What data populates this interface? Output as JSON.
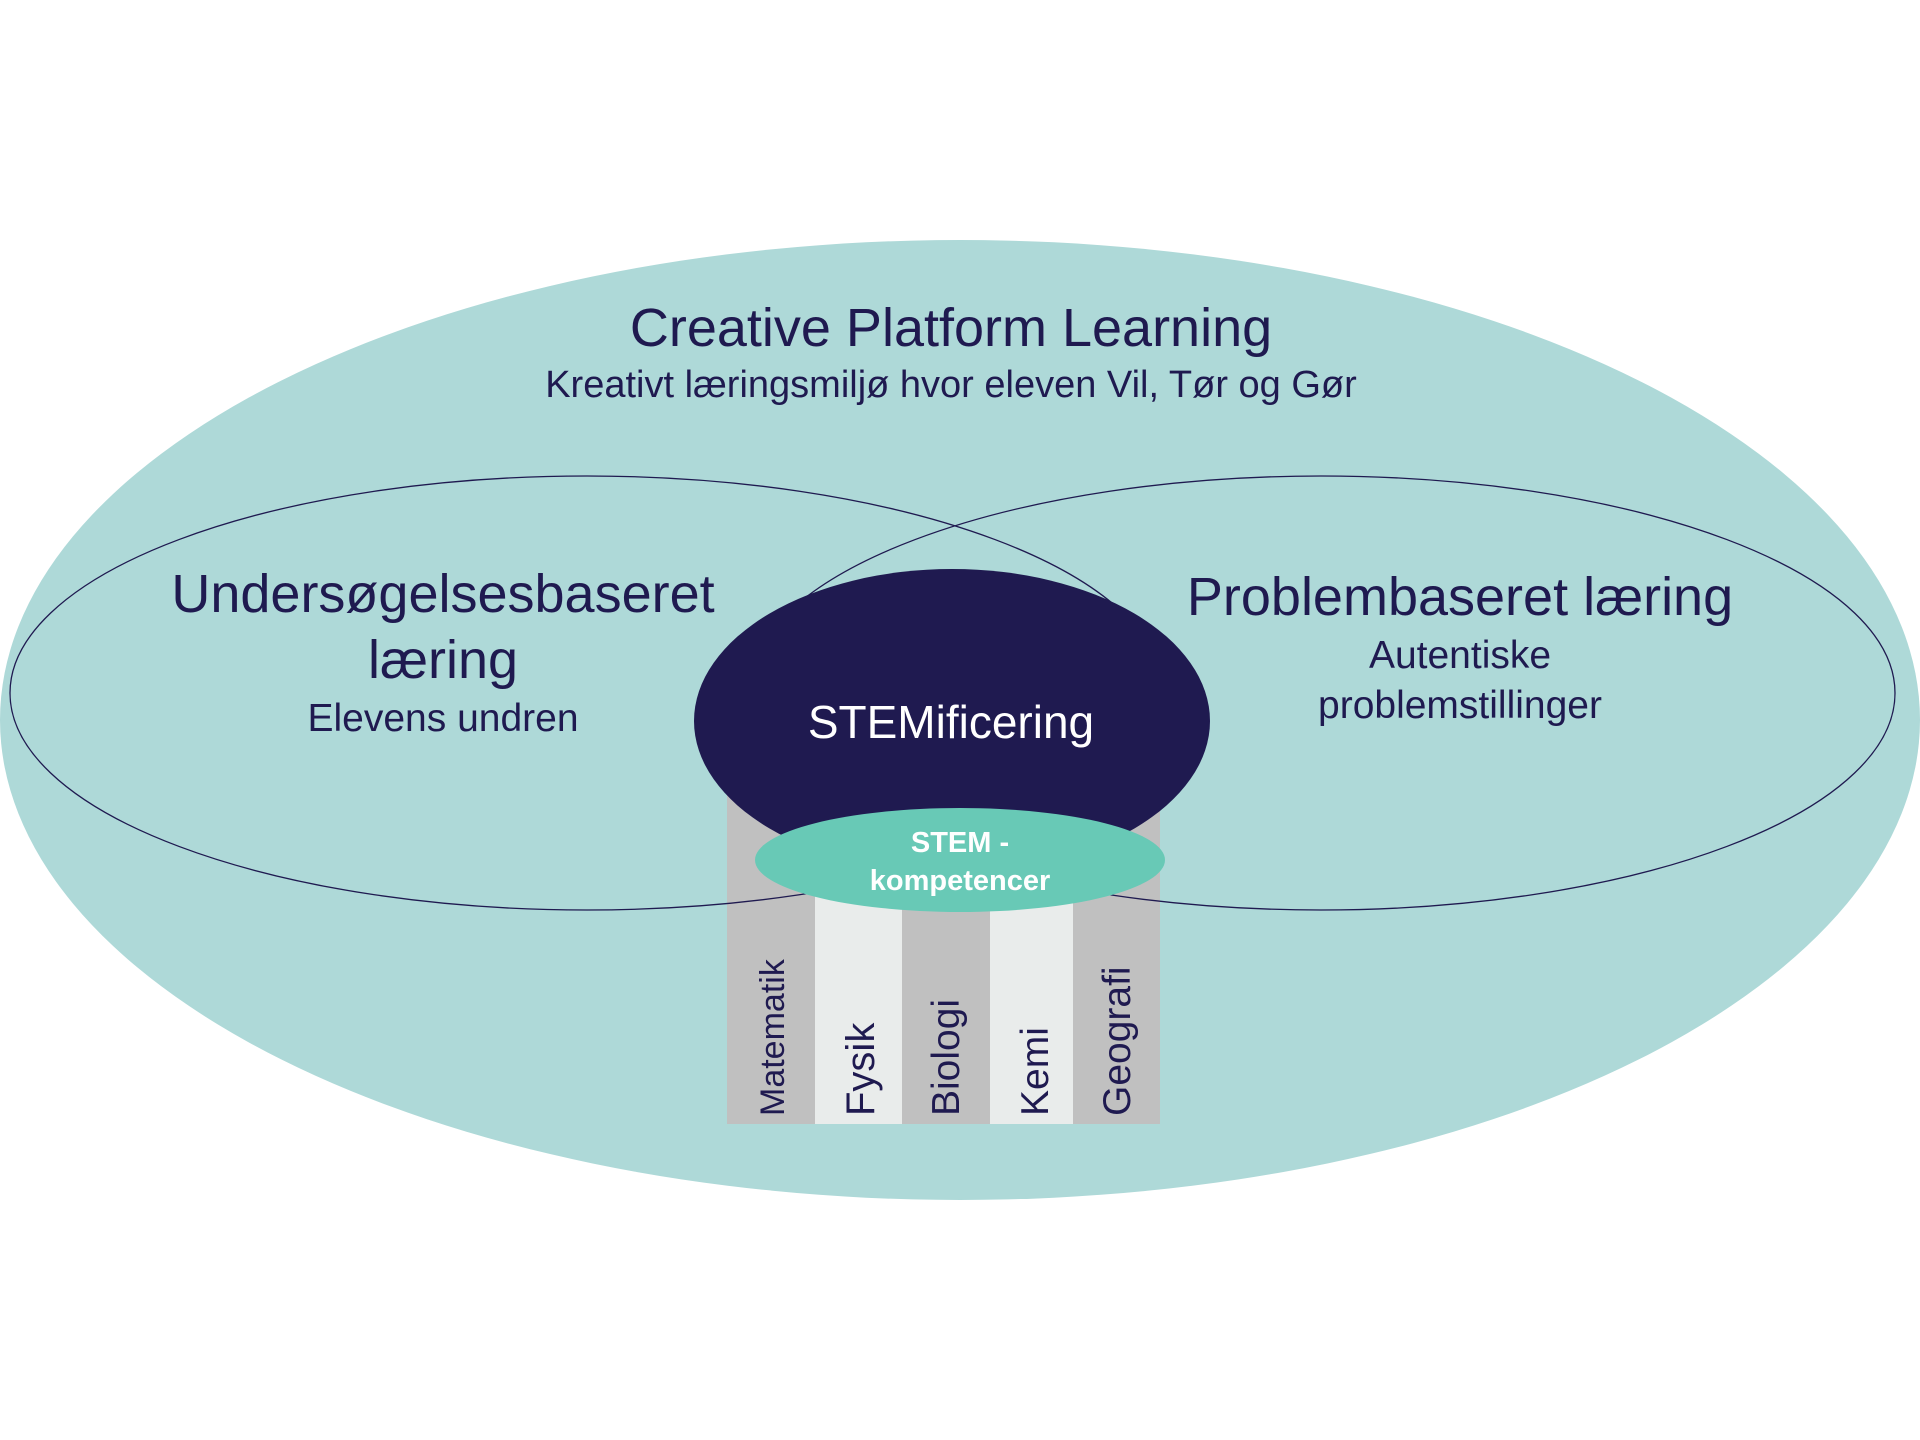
{
  "outer": {
    "title": "Creative Platform Learning",
    "subtitle": "Kreativt læringsmiljø hvor eleven Vil, Tør og Gør"
  },
  "left": {
    "title_line1": "Undersøgelsesbaseret",
    "title_line2": "læring",
    "subtitle": "Elevens undren"
  },
  "right": {
    "title": "Problembaseret læring",
    "subtitle_line1": "Autentiske",
    "subtitle_line2": "problemstillinger"
  },
  "center": {
    "title": "STEMificering",
    "competence_line1": "STEM -",
    "competence_line2": "kompetencer"
  },
  "pillars": [
    "Matematik",
    "Fysik",
    "Biologi",
    "Kemi",
    "Geografi"
  ],
  "colors": {
    "outer": "#aed9d8",
    "center": "#1f1a50",
    "competence": "#68c9b6",
    "pillar_dark": "#c0c0c0",
    "pillar_light": "#e9eceb",
    "text": "#1f1a50"
  }
}
